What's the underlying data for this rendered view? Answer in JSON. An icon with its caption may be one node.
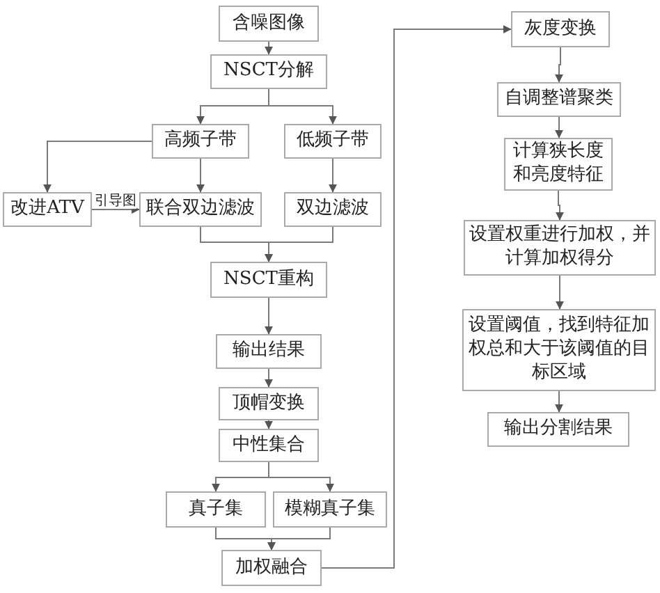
{
  "diagram": {
    "nodes": [
      {
        "text": [
          "含噪图像"
        ]
      },
      {
        "text": [
          "NSCT分解"
        ]
      },
      {
        "text": [
          "高频子带"
        ]
      },
      {
        "text": [
          "低频子带"
        ]
      },
      {
        "text": [
          "改进ATV"
        ]
      },
      {
        "text": [
          "联合双边滤波"
        ]
      },
      {
        "text": [
          "双边滤波"
        ]
      },
      {
        "text": [
          "NSCT重构"
        ]
      },
      {
        "text": [
          "输出结果"
        ]
      },
      {
        "text": [
          "顶帽变换"
        ]
      },
      {
        "text": [
          "中性集合"
        ]
      },
      {
        "text": [
          "真子集"
        ]
      },
      {
        "text": [
          "模糊真子集"
        ]
      },
      {
        "text": [
          "加权融合"
        ]
      },
      {
        "text": [
          "灰度变换"
        ]
      },
      {
        "text": [
          "自调整谱聚类"
        ]
      },
      {
        "text": [
          "计算狭长度和亮度特征"
        ]
      },
      {
        "text": [
          "设置权重进行加权，并计算加权得分"
        ]
      },
      {
        "text": [
          "设置阈值，找到特征加权总和大于该阈值的目标区域"
        ]
      },
      {
        "text": [
          "输出分割结果"
        ]
      }
    ],
    "edges": [
      {
        "from": 0,
        "to": 1,
        "arrow": "to"
      },
      {
        "from": 1,
        "to": 2,
        "arrow": "to"
      },
      {
        "from": 1,
        "to": 3,
        "arrow": "to"
      },
      {
        "from": 2,
        "to": 4,
        "arrow": "to"
      },
      {
        "from": 2,
        "to": 5,
        "arrow": "to"
      },
      {
        "from": 4,
        "to": 5,
        "arrow": "to",
        "label": "引导图"
      },
      {
        "from": 3,
        "to": 6,
        "arrow": "to"
      },
      {
        "from": 5,
        "to": 7,
        "arrow": "to"
      },
      {
        "from": 6,
        "to": 7,
        "arrow": "to"
      },
      {
        "from": 7,
        "to": 8,
        "arrow": "to"
      },
      {
        "from": 8,
        "to": 9,
        "arrow": "to"
      },
      {
        "from": 9,
        "to": 10,
        "arrow": "to"
      },
      {
        "from": 10,
        "to": 11,
        "arrow": "to"
      },
      {
        "from": 10,
        "to": 12,
        "arrow": "to"
      },
      {
        "from": 11,
        "to": 13,
        "arrow": "to"
      },
      {
        "from": 12,
        "to": 13,
        "arrow": "to"
      },
      {
        "from": 13,
        "to": 14,
        "arrow": "to"
      },
      {
        "from": 14,
        "to": 15,
        "arrow": "to"
      },
      {
        "from": 15,
        "to": 16,
        "arrow": "to"
      },
      {
        "from": 16,
        "to": 17,
        "arrow": "to"
      },
      {
        "from": 17,
        "to": 18,
        "arrow": "to"
      },
      {
        "from": 18,
        "to": 19,
        "arrow": "to"
      }
    ]
  }
}
